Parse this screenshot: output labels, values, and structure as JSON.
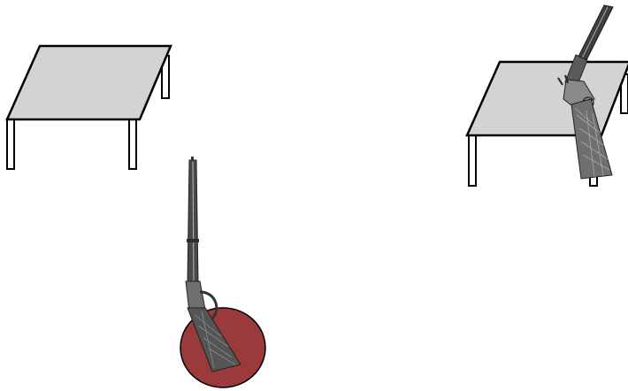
{
  "scene": {
    "background_color": "#ffffff",
    "table_top_color": "#d3d3d3",
    "outline_color": "#000000",
    "leg_fill_color": "#ffffff",
    "target_color": "#9b3a3a",
    "rifle_dark_color": "#3f3f3f",
    "rifle_mid_color": "#6f6f6f",
    "rifle_light_color": "#b8b8b8",
    "objects": [
      {
        "kind": "table",
        "icon": "table-icon",
        "has_item_on_top": false
      },
      {
        "kind": "table",
        "icon": "table-icon",
        "has_item_on_top": true,
        "item": "double-barrel-shotgun"
      },
      {
        "kind": "target-disc",
        "icon": "red-circle-icon",
        "holds_item": "lever-action-rifle"
      }
    ]
  }
}
